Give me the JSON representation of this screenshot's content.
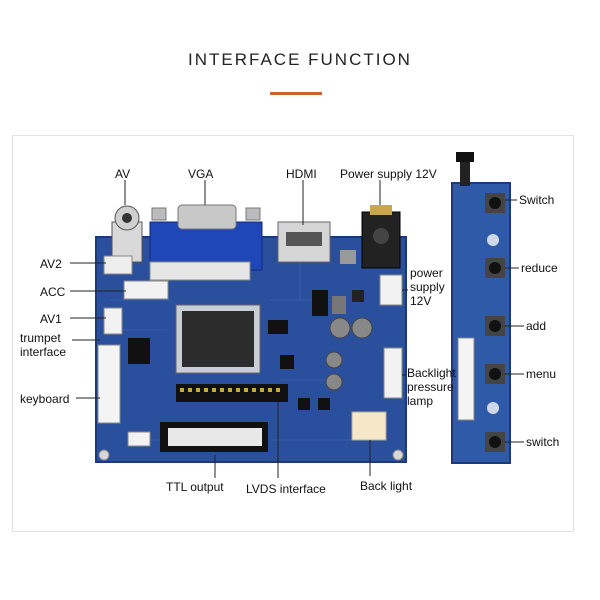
{
  "header": {
    "title": "INTERFACE FUNCTION"
  },
  "labels": {
    "av": "AV",
    "vga": "VGA",
    "hdmi": "HDMI",
    "power_supply_top": "Power supply 12V",
    "av2": "AV2",
    "acc": "ACC",
    "av1": "AV1",
    "trumpet_1": "trumpet",
    "trumpet_2": "interface",
    "keyboard": "keyboard",
    "power_side_1": "power",
    "power_side_2": "supply",
    "power_side_3": "12V",
    "backlight_1": "Backlight",
    "backlight_2": "pressure",
    "backlight_3": "lamp",
    "ttl_output": "TTL output",
    "lvds_interface": "LVDS interface",
    "back_light": "Back light",
    "switch_top": "Switch",
    "reduce": "reduce",
    "add": "add",
    "menu": "menu",
    "switch_bottom": "switch"
  },
  "colors": {
    "accent": "#c8672b",
    "pcb": "#2a4f9c",
    "pcb_dark": "#1c3a7a",
    "gold": "#c9a64a"
  }
}
